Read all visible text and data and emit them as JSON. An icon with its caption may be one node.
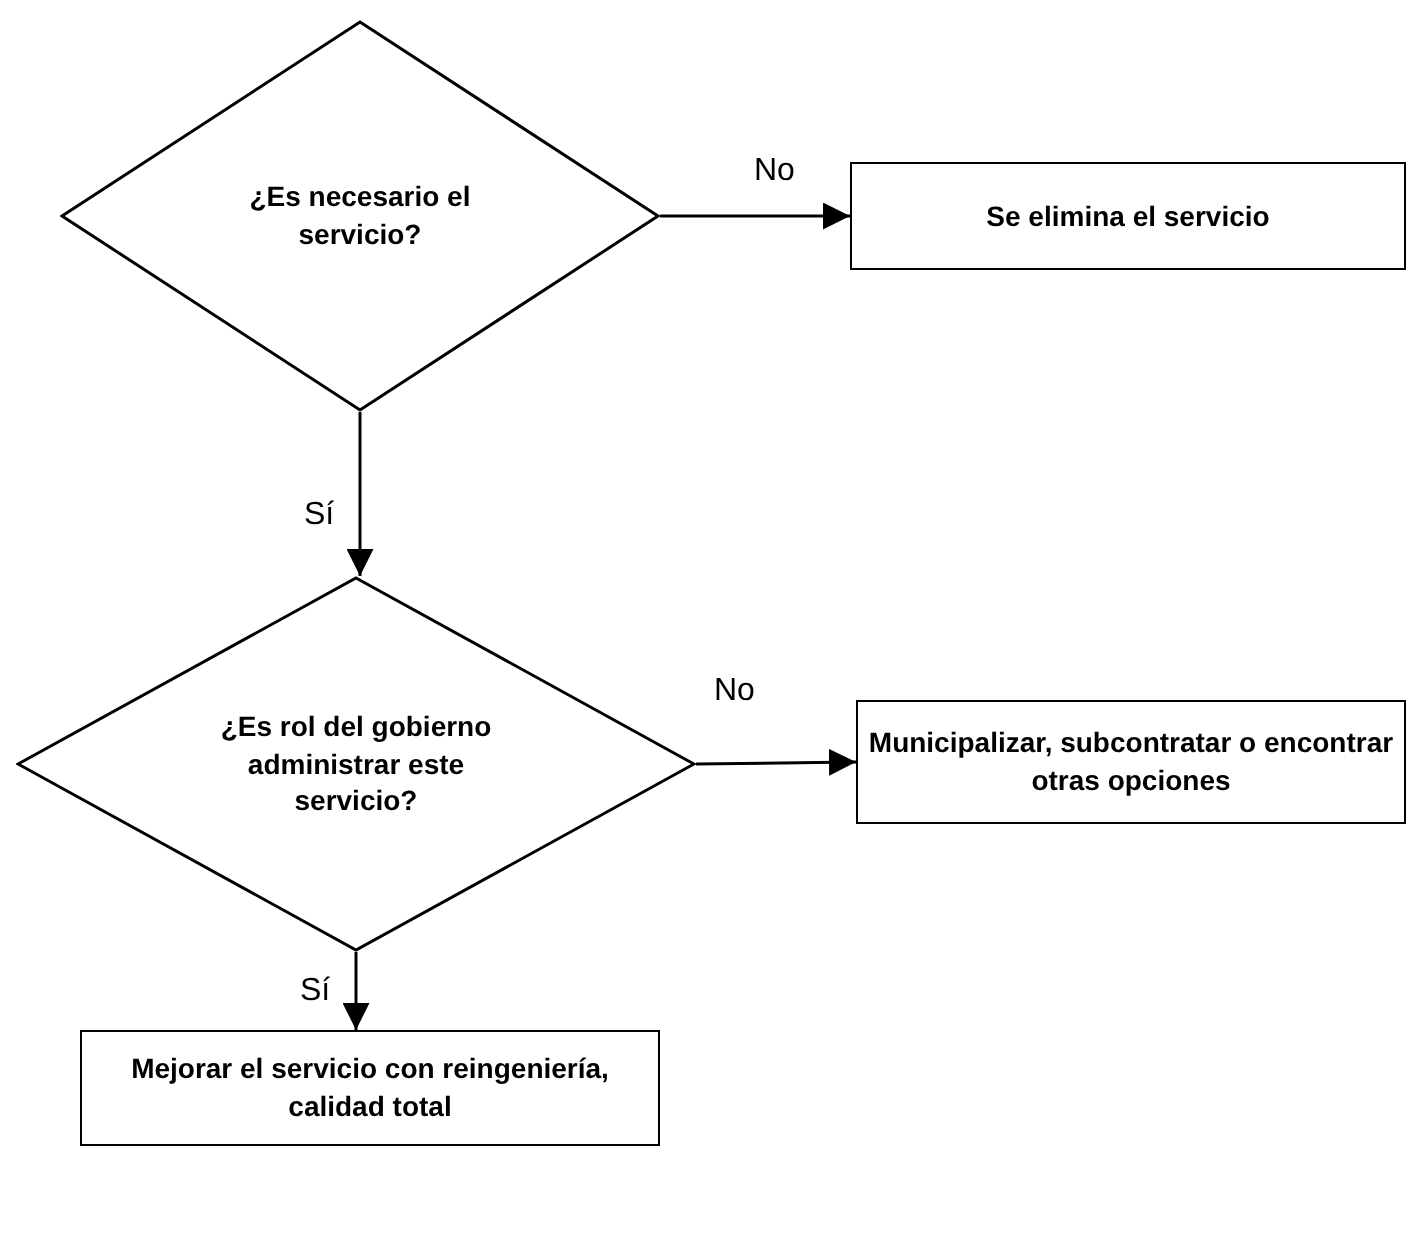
{
  "diagram": {
    "nodes": [
      {
        "text": [
          "¿Es necesario el servicio?"
        ]
      },
      {
        "text": [
          "Se elimina el servicio"
        ]
      },
      {
        "text": [
          "¿Es rol del gobierno administrar este servicio?"
        ]
      },
      {
        "text": [
          "Municipalizar, subcontratar o encontrar otras opciones"
        ]
      },
      {
        "text": [
          "Mejorar el servicio con reingeniería, calidad total"
        ]
      }
    ],
    "edges": [
      {
        "from": 0,
        "to": 1,
        "arrow": "to",
        "label": "No"
      },
      {
        "from": 0,
        "to": 2,
        "arrow": "to",
        "label": "Sí"
      },
      {
        "from": 2,
        "to": 3,
        "arrow": "to",
        "label": "No"
      },
      {
        "from": 2,
        "to": 4,
        "arrow": "to",
        "label": "Sí"
      }
    ]
  }
}
